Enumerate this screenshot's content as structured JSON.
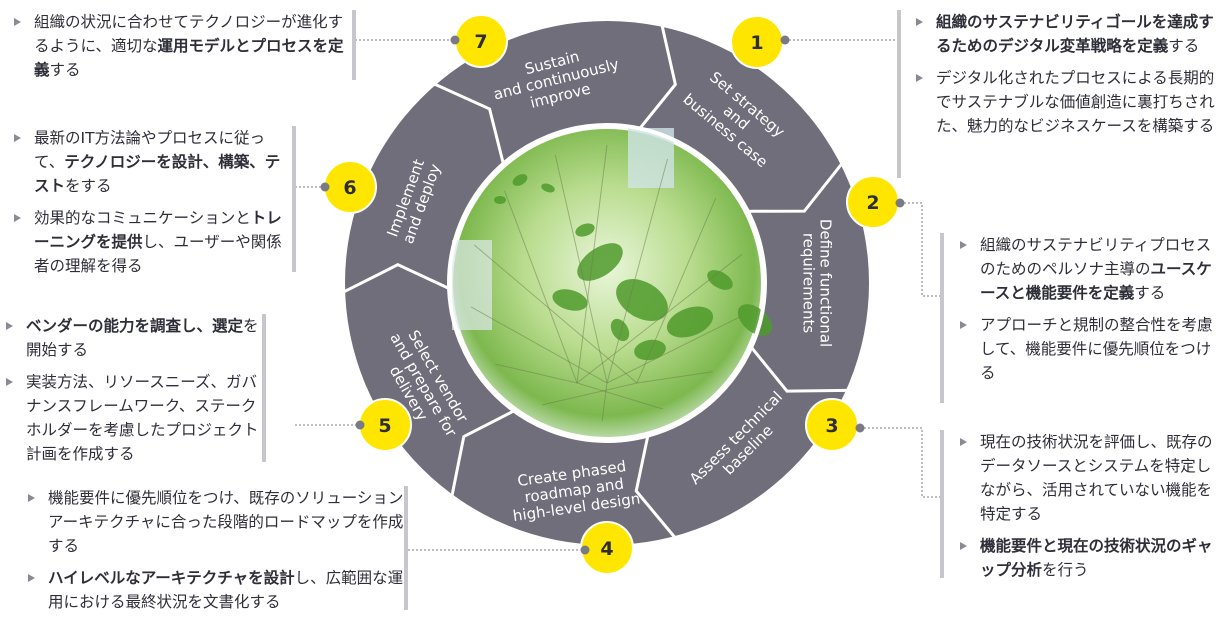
{
  "ring": {
    "colors": {
      "ring": "#6f6e7a",
      "badge": "#ffe600",
      "badge_text": "#2e2e38",
      "connector": "#7a7a84"
    },
    "stages": [
      {
        "num": "1",
        "label": [
          "Set strategy",
          "and",
          "business case"
        ]
      },
      {
        "num": "2",
        "label": [
          "Define functional",
          "requirements"
        ]
      },
      {
        "num": "3",
        "label": [
          "Assess technical",
          "baseline"
        ]
      },
      {
        "num": "4",
        "label": [
          "Create phased",
          "roadmap and",
          "high-level design"
        ]
      },
      {
        "num": "5",
        "label": [
          "Select vendor",
          "and prepare for",
          "delivery"
        ]
      },
      {
        "num": "6",
        "label": [
          "Implement",
          "and deploy"
        ]
      },
      {
        "num": "7",
        "label": [
          "Sustain",
          "and continuously",
          "improve"
        ]
      }
    ]
  },
  "callouts": {
    "c1": [
      [
        {
          "t": "組織のサステナビリティゴールを達成するためのデジタル変革戦略を定義",
          "b": true
        },
        {
          "t": "する",
          "b": false
        }
      ],
      [
        {
          "t": "デジタル化されたプロセスによる長期的でサステナブルな価値創造に裏打ちされた、魅力的なビジネスケースを構築する",
          "b": false
        }
      ]
    ],
    "c2": [
      [
        {
          "t": "組織のサステナビリティプロセスのためのペルソナ主導の",
          "b": false
        },
        {
          "t": "ユースケースと機能要件を定義",
          "b": true
        },
        {
          "t": "する",
          "b": false
        }
      ],
      [
        {
          "t": "アプローチと規制の整合性を考慮して、機能要件に優先順位をつける",
          "b": false
        }
      ]
    ],
    "c3": [
      [
        {
          "t": "現在の技術状況を評価し、既存のデータソースとシステムを特定しながら、活用されていない機能を特定する",
          "b": false
        }
      ],
      [
        {
          "t": "機能要件と現在の技術状況のギャップ分析",
          "b": true
        },
        {
          "t": "を行う",
          "b": false
        }
      ]
    ],
    "c4": [
      [
        {
          "t": "機能要件に優先順位をつけ、既存のソリューションアーキテクチャに合った段階的ロードマップを作成する",
          "b": false
        }
      ],
      [
        {
          "t": "ハイレベルなアーキテクチャを設計",
          "b": true
        },
        {
          "t": "し、広範囲な運用における最終状況を文書化する",
          "b": false
        }
      ]
    ],
    "c5": [
      [
        {
          "t": "ベンダーの能力を調査し、選定",
          "b": true
        },
        {
          "t": "を開始する",
          "b": false
        }
      ],
      [
        {
          "t": "実装方法、リソースニーズ、ガバナンスフレームワーク、ステークホルダーを考慮したプロジェクト計画を作成する",
          "b": false
        }
      ]
    ],
    "c6": [
      [
        {
          "t": "最新のIT方法論やプロセスに従って、",
          "b": false
        },
        {
          "t": "テクノロジーを設計、構築、テスト",
          "b": true
        },
        {
          "t": "をする",
          "b": false
        }
      ],
      [
        {
          "t": "効果的なコミュニケーションと",
          "b": false
        },
        {
          "t": "トレーニングを提供",
          "b": true
        },
        {
          "t": "し、ユーザーや関係者の理解を得る",
          "b": false
        }
      ]
    ],
    "c7": [
      [
        {
          "t": "組織の状況に合わせてテクノロジーが進化するように、適切な",
          "b": false
        },
        {
          "t": "運用モデルとプロセスを定義",
          "b": true
        },
        {
          "t": "する",
          "b": false
        }
      ]
    ]
  }
}
